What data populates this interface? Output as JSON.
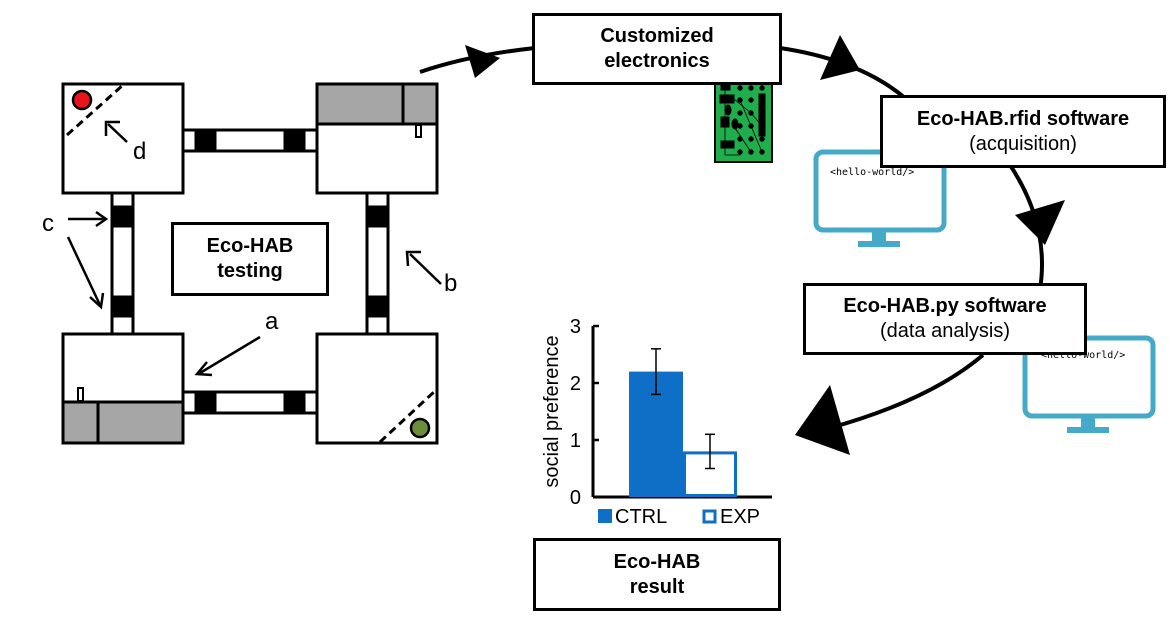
{
  "diagram": {
    "setup_box": {
      "line1": "Eco-HAB",
      "line2": "testing"
    },
    "labels": {
      "a": "a",
      "b": "b",
      "c": "c",
      "d": "d"
    },
    "electronics_box": {
      "line1": "Customized",
      "line2": "electronics"
    },
    "rfid_box": {
      "line1": "Eco-HAB.rfid software",
      "line2": "(acquisition)"
    },
    "py_box": {
      "line1": "Eco-HAB.py software",
      "line2": "(data analysis)"
    },
    "result_box": {
      "line1": "Eco-HAB",
      "line2": "result"
    },
    "monitor_text": "<hello-world/>",
    "icons": [
      "circuit-board-icon",
      "monitor-icon",
      "monitor-icon"
    ],
    "colors": {
      "red_marker": "#e8151b",
      "green_marker": "#6b8e3a",
      "gray_block": "#a6a6a6",
      "pcb_green": "#1fae4b",
      "monitor_blue": "#45a9c8",
      "bar_blue": "#0f6fc6"
    }
  },
  "chart_data": {
    "type": "bar",
    "categories": [
      "CTRL",
      "EXP"
    ],
    "values": [
      2.2,
      0.8
    ],
    "error_low": [
      1.8,
      0.5
    ],
    "error_high": [
      2.6,
      1.1
    ],
    "fill": [
      "solid",
      "outline"
    ],
    "title": "",
    "xlabel": "",
    "ylabel": "social preference",
    "ylim": [
      0,
      3
    ],
    "yticks": [
      "0",
      "1",
      "2",
      "3"
    ],
    "legend": [
      "CTRL",
      "EXP"
    ],
    "legend_position": "bottom",
    "grid": false
  }
}
